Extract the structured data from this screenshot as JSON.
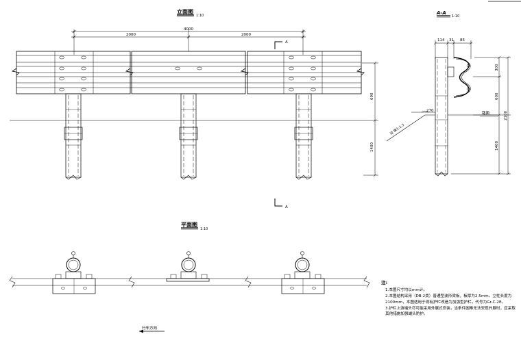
{
  "elevation": {
    "title": "立面图",
    "scale": "1:10",
    "dim_total": "4000",
    "dim_left": "2000",
    "dim_right": "2000",
    "section_mark": "A",
    "dim_upper": "690",
    "dim_lower": "1400"
  },
  "plan": {
    "title": "平面图",
    "scale": "1:10",
    "direction_label": "行车方向"
  },
  "section": {
    "title": "A-A",
    "scale": "1:10",
    "dim_114": "114",
    "dim_31": "31",
    "dim_85": "85",
    "dim_270": "270",
    "slope_label": "边 坡1:1.5",
    "road_label": "路面",
    "dim_300": "300",
    "dim_600": "600",
    "dim_2100": "2100",
    "dim_1400": "1400"
  },
  "notes": {
    "heading": "注:",
    "items": [
      "1.本图尺寸均以mm计。",
      "2.本图结构采用（DB-2类）普通型波形梁板，板厚为2.5mm。立柱长度为2100mm，本图适用于现有护栏改造为加强型护栏，代号为Gr-C-2E。",
      "3.护栏上游端头尽可能采用外展式安装，当条件困难无法安现外展时，应采取其他措施加强端头防护。"
    ]
  },
  "colors": {
    "line": "#000000",
    "background": "#ffffff"
  }
}
